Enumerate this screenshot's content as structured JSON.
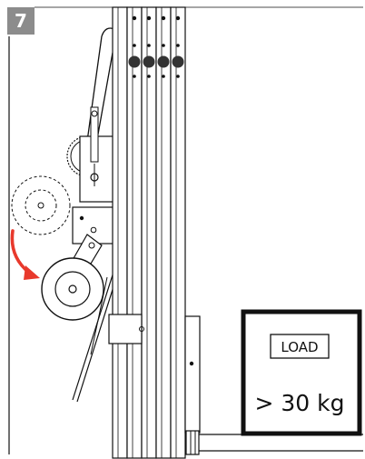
{
  "step": {
    "number": "7"
  },
  "load": {
    "label": "LOAD",
    "weight": "> 30 kg"
  },
  "icons": {
    "motion_arrow": "curved-arrow-icon",
    "wheel": "wheel-icon"
  },
  "colors": {
    "badge_bg": "#8c8c8c",
    "arrow": "#e8392c",
    "line": "#111111"
  }
}
